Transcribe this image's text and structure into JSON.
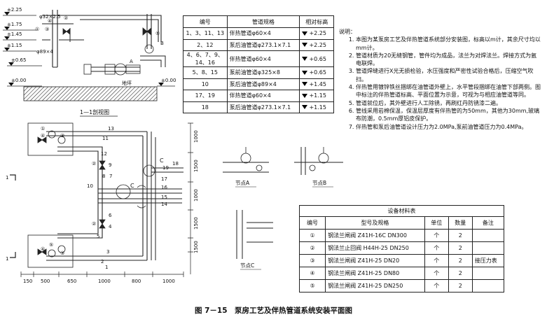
{
  "section": {
    "elevations": [
      "±2.25",
      "±1.75",
      "±1.45",
      "±1.15",
      "±0.65",
      "±0.00",
      "±0.00"
    ],
    "pipe_label_top": "φ32×2.5",
    "pipe_label_bottom": "φ89×4",
    "point_a": "A",
    "point_b": "B",
    "ground_label": "地坪",
    "title": "1—1剖视图",
    "circled": [
      "①",
      "②",
      "③",
      "④",
      "⑤"
    ]
  },
  "plan": {
    "pipe_numbers": [
      "13",
      "11",
      "12",
      "9",
      "7",
      "8",
      "10",
      "6",
      "4",
      "5",
      "3",
      "2",
      "1",
      "19",
      "18",
      "17",
      "16",
      "15",
      "14"
    ],
    "node_c": "C",
    "section_marks": [
      "1",
      "1"
    ],
    "vdims": [
      "1000",
      "1500",
      "1000",
      "1500",
      "1500"
    ],
    "hdims": [
      "150",
      "500",
      "650",
      "1000",
      "800",
      "1000"
    ],
    "circled_top": [
      "①",
      "④",
      "③"
    ],
    "circled_bottom": [
      "④",
      "⑤",
      "③"
    ],
    "circled_mid": [
      "②",
      "②"
    ]
  },
  "nodes": {
    "a": "节点A",
    "b": "节点B",
    "c": "节点C"
  },
  "pipe_table": {
    "headers": [
      "编号",
      "管道规格",
      "相对标高"
    ],
    "rows": [
      [
        "1、3、11、13",
        "伴热管道φ60×4",
        "+2.25"
      ],
      [
        "2、12",
        "泵后油管道φ273.1×7.1",
        "+2.25"
      ],
      [
        "4、6、7、9、14、16",
        "伴热管道φ60×4",
        "+0.65"
      ],
      [
        "5、8、15",
        "泵前油管道φ325×8",
        "+0.65"
      ],
      [
        "10",
        "泵后油管道φ89×4",
        "+1.45"
      ],
      [
        "17、19",
        "伴热管道φ60×4",
        "+1.15"
      ],
      [
        "18",
        "泵后油管道φ273.1×7.1",
        "+1.15"
      ]
    ]
  },
  "notes": {
    "title": "说明：",
    "items": [
      "本图为某泵房工艺及伴热管道系统部分安装图，标高以m计，其余尺寸均以mm计。",
      "管道材质为20无缝钢管，管件均为成品，法兰为对焊法兰。焊接方式为氩电联焊。",
      "管道焊缝进行X光无损检验，水压强度和严密性试验合格后，压缩空气吹扫。",
      "伴热管用镀锌铁丝捆绑在油管道外壁上，水平管段捆绑在油管下部两侧。图中标注的伴热管道标高、平面位置为示意，可视为与相应油管道等同。",
      "管道就位后，其外壁进行人工除锈，再刷红丹防锈漆二遍。",
      "管线采用岩棉保温，保温层厚度有伴热管的为50mm，其他为30mm,玻璃布防潮，0.5mm厚铝皮保护。",
      "伴热管和泵后油管道设计压力为2.0MPa,泵前油管道压力为0.4MPa。"
    ]
  },
  "equip_table": {
    "caption": "设备材料表",
    "headers": [
      "编号",
      "型号及规格",
      "单位",
      "数量",
      "备注"
    ],
    "rows": [
      [
        "①",
        "钢法兰闸阀 Z41H-16C DN300",
        "个",
        "2",
        ""
      ],
      [
        "②",
        "钢法兰止回阀 H44H-25 DN250",
        "个",
        "2",
        ""
      ],
      [
        "③",
        "钢法兰闸阀 Z41H-25 DN20",
        "个",
        "2",
        "接压力表"
      ],
      [
        "④",
        "钢法兰闸阀 Z41H-25 DN80",
        "个",
        "2",
        ""
      ],
      [
        "⑤",
        "钢法兰闸阀 Z41H-25 DN250",
        "个",
        "2",
        ""
      ]
    ]
  },
  "caption": "图 7－15　泵房工艺及伴热管道系统安装平面图"
}
